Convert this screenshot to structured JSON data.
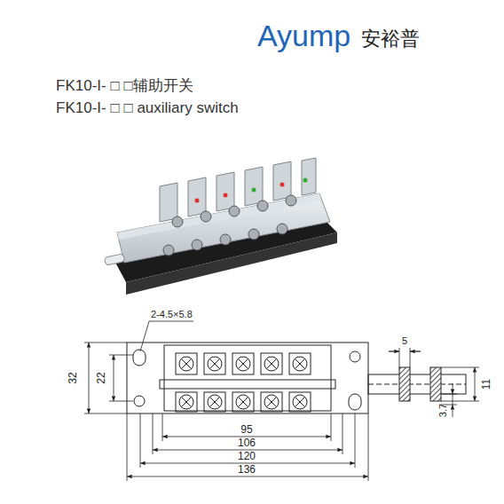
{
  "diagram": {
    "labels": [
      "Ayump",
      "安裕普",
      "FK10-I- □ □辅助开关",
      "FK10-I- □ □ auxiliary switch",
      "2-4.5×5.8",
      "5",
      "32",
      "22",
      "11",
      "3.7",
      "95",
      "106",
      "120",
      "136"
    ]
  }
}
